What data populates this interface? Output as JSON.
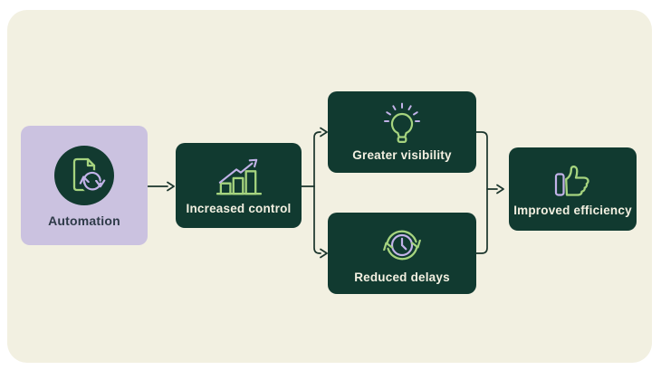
{
  "diagram": {
    "title": "automation benefits flowchart",
    "nodes": [
      {
        "id": "automation",
        "label": "Automation",
        "icon": "document-sync-icon",
        "style": "lavender"
      },
      {
        "id": "increased-control",
        "label": "Increased control",
        "icon": "bar-chart-up-icon",
        "style": "dark-green"
      },
      {
        "id": "greater-visibility",
        "label": "Greater visibility",
        "icon": "lightbulb-icon",
        "style": "dark-green"
      },
      {
        "id": "reduced-delays",
        "label": "Reduced delays",
        "icon": "clock-refresh-icon",
        "style": "dark-green"
      },
      {
        "id": "improved-efficiency",
        "label": "Improved efficiency",
        "icon": "thumbs-up-icon",
        "style": "dark-green"
      }
    ],
    "edges": [
      {
        "from": "automation",
        "to": "increased-control"
      },
      {
        "from": "increased-control",
        "to": "greater-visibility"
      },
      {
        "from": "increased-control",
        "to": "reduced-delays"
      },
      {
        "from": "greater-visibility",
        "to": "improved-efficiency"
      },
      {
        "from": "reduced-delays",
        "to": "improved-efficiency"
      }
    ],
    "colors": {
      "page_background": "#ffffff",
      "panel_background": "#f2f0e1",
      "box_dark_green": "#113a30",
      "box_lavender": "#cbc2e0",
      "icon_green": "#a6d47f",
      "icon_purple": "#c2b2e8",
      "label_light": "#f3f0e1",
      "label_dark": "#2e3a48",
      "connector": "#1b352c"
    }
  }
}
